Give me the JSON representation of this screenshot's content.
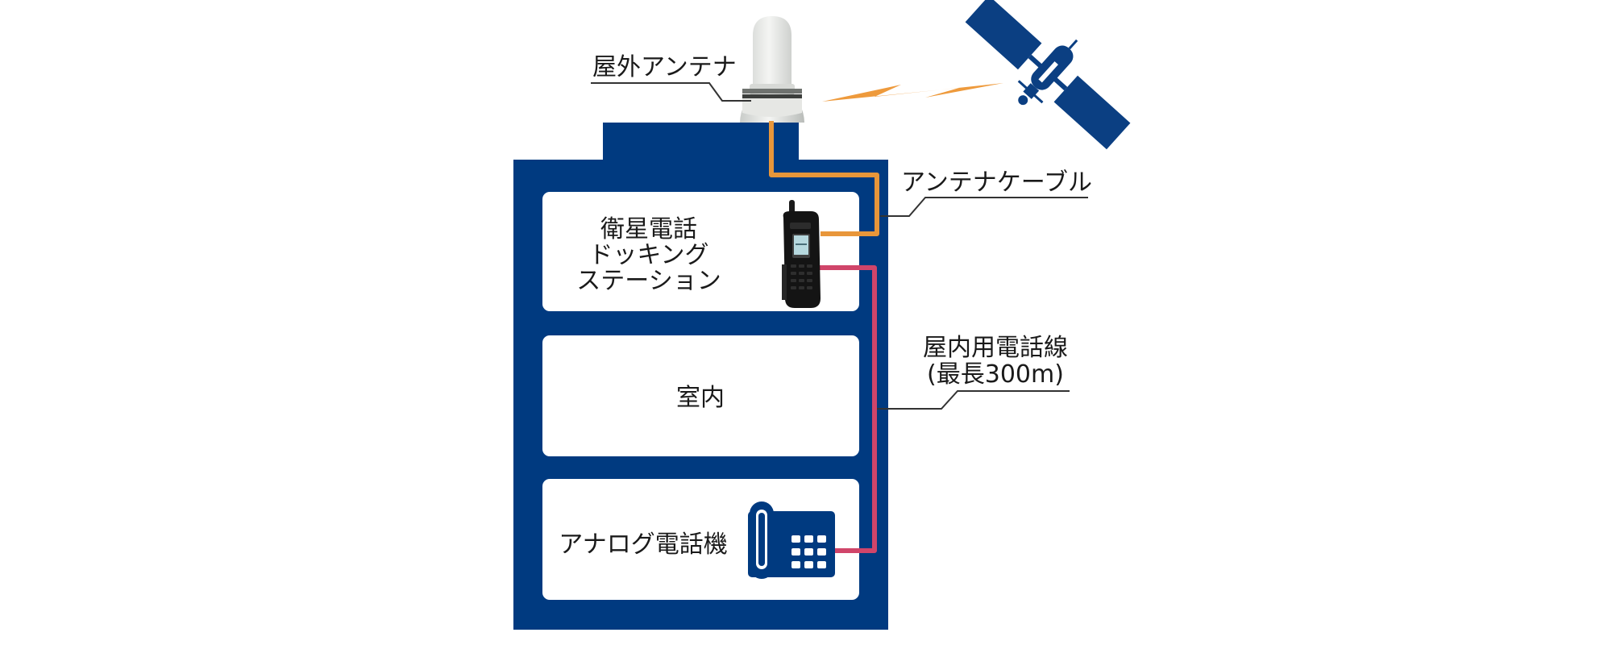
{
  "labels": {
    "outdoor_antenna": "屋外アンテナ",
    "antenna_cable": "アンテナケーブル",
    "docking_line1": "衛星電話",
    "docking_line2": "ドッキング",
    "docking_line3": "ステーション",
    "indoor": "室内",
    "analog_phone": "アナログ電話機",
    "indoor_line1": "屋内用電話線",
    "indoor_line2": "(最長300m)"
  },
  "colors": {
    "building": "#003a80",
    "antenna_cable": "#e8963a",
    "phone_line": "#d0456a",
    "lightning": "#ee9a3c",
    "satellite": "#0b3f82"
  }
}
